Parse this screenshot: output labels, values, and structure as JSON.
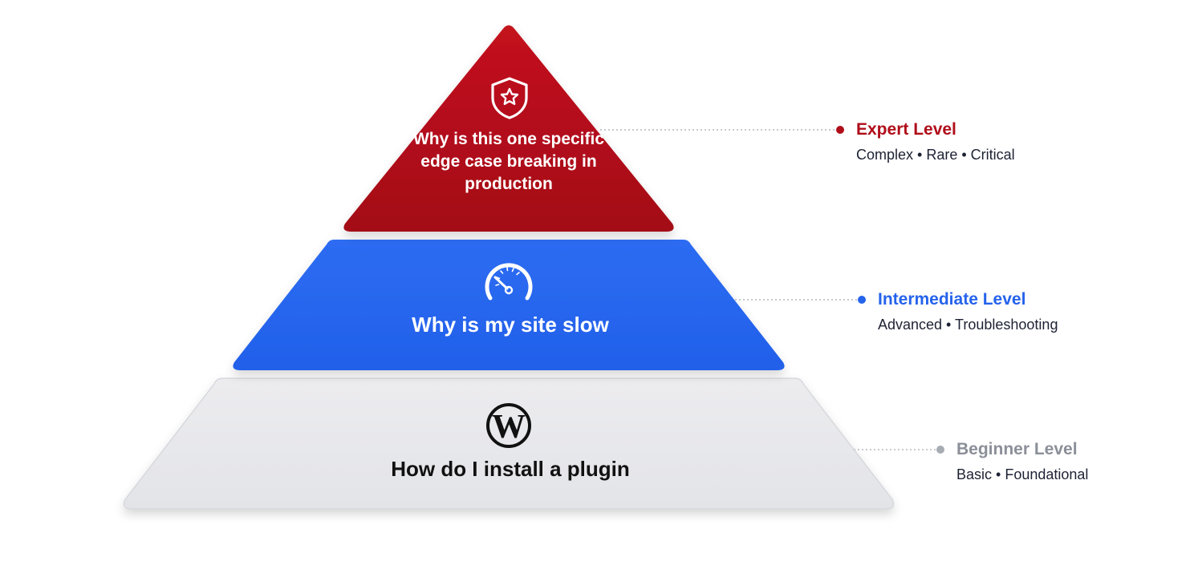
{
  "colors": {
    "expert": "#b00d1a",
    "intermediate": "#2563eb",
    "beginner": "#e8e9ed",
    "beginner_label": "#8b8f98",
    "connector": "#b5b8bf"
  },
  "tiers": {
    "expert": {
      "icon": "shield-star-icon",
      "text": "Why is this one specific edge case breaking in production",
      "label": "Expert Level",
      "sub": "Complex • Rare • Critical"
    },
    "intermediate": {
      "icon": "speedometer-icon",
      "text": "Why is my site slow",
      "label": "Intermediate Level",
      "sub": "Advanced • Troubleshooting"
    },
    "beginner": {
      "icon": "wordpress-icon",
      "text": "How do I install a plugin",
      "label": "Beginner Level",
      "sub": "Basic • Foundational"
    }
  }
}
